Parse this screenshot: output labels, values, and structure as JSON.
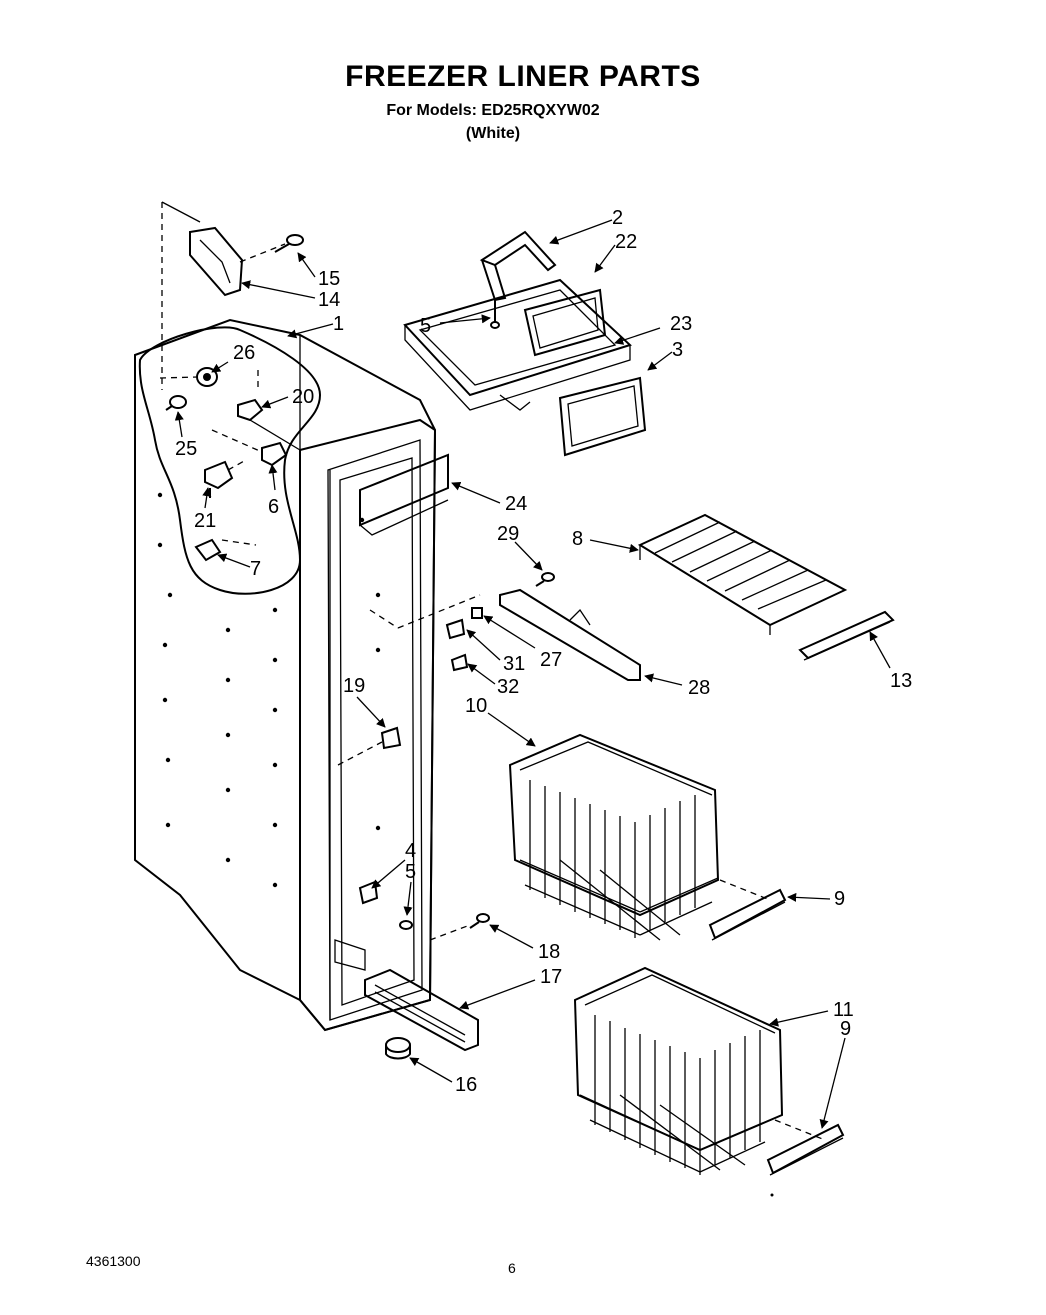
{
  "header": {
    "title": "FREEZER LINER PARTS",
    "models": "For Models: ED25RQXYW02",
    "color": "(White)"
  },
  "callouts": [
    {
      "id": "c1",
      "label": "1"
    },
    {
      "id": "c2",
      "label": "2"
    },
    {
      "id": "c3",
      "label": "3"
    },
    {
      "id": "c4",
      "label": "4"
    },
    {
      "id": "c5a",
      "label": "5"
    },
    {
      "id": "c5b",
      "label": "5"
    },
    {
      "id": "c6",
      "label": "6"
    },
    {
      "id": "c7",
      "label": "7"
    },
    {
      "id": "c8",
      "label": "8"
    },
    {
      "id": "c9a",
      "label": "9"
    },
    {
      "id": "c9b",
      "label": "9"
    },
    {
      "id": "c10",
      "label": "10"
    },
    {
      "id": "c11",
      "label": "11"
    },
    {
      "id": "c13",
      "label": "13"
    },
    {
      "id": "c14",
      "label": "14"
    },
    {
      "id": "c15",
      "label": "15"
    },
    {
      "id": "c16",
      "label": "16"
    },
    {
      "id": "c17",
      "label": "17"
    },
    {
      "id": "c18",
      "label": "18"
    },
    {
      "id": "c19",
      "label": "19"
    },
    {
      "id": "c20",
      "label": "20"
    },
    {
      "id": "c21",
      "label": "21"
    },
    {
      "id": "c22",
      "label": "22"
    },
    {
      "id": "c23",
      "label": "23"
    },
    {
      "id": "c24",
      "label": "24"
    },
    {
      "id": "c25",
      "label": "25"
    },
    {
      "id": "c26",
      "label": "26"
    },
    {
      "id": "c27",
      "label": "27"
    },
    {
      "id": "c28",
      "label": "28"
    },
    {
      "id": "c29",
      "label": "29"
    },
    {
      "id": "c31",
      "label": "31"
    },
    {
      "id": "c32",
      "label": "32"
    }
  ],
  "footer": {
    "doc_number": "4361300",
    "page_number": "6"
  }
}
